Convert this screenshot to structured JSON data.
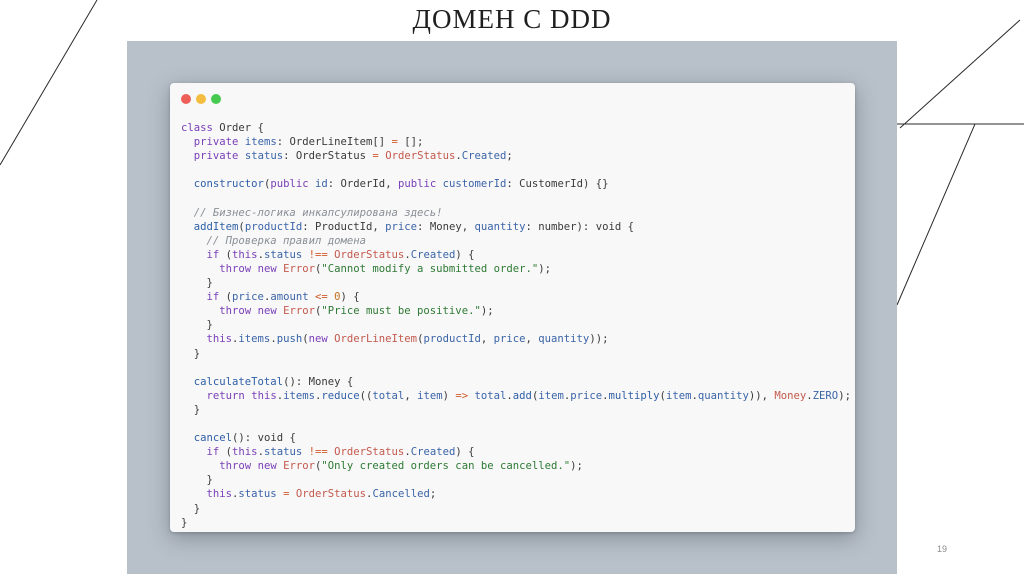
{
  "slide": {
    "title": "ДОМЕН С DDD",
    "page_number": "19"
  },
  "window": {
    "buttons": [
      {
        "name": "close",
        "color": "#ed5f57"
      },
      {
        "name": "minimize",
        "color": "#f5bd3f"
      },
      {
        "name": "zoom",
        "color": "#45c94e"
      }
    ]
  },
  "colors": {
    "keyword": "#7a40b8",
    "property": "#3b64a8",
    "function": "#2f5fa6",
    "class_ref": "#c4594d",
    "string": "#2e7a35",
    "comment": "#8a8f96",
    "operator": "#d05a2a",
    "number": "#c76f1f",
    "backdrop": "#b8c0c9"
  },
  "code_lines": [
    [
      [
        "kw",
        "class"
      ],
      [
        "pl",
        " "
      ],
      [
        "ty",
        "Order"
      ],
      [
        "pl",
        " {"
      ]
    ],
    [
      [
        "pl",
        "  "
      ],
      [
        "kw",
        "private"
      ],
      [
        "pl",
        " "
      ],
      [
        "pr",
        "items"
      ],
      [
        "pl",
        ": "
      ],
      [
        "ty",
        "OrderLineItem"
      ],
      [
        "pl",
        "[] "
      ],
      [
        "op",
        "="
      ],
      [
        "pl",
        " [];"
      ]
    ],
    [
      [
        "pl",
        "  "
      ],
      [
        "kw",
        "private"
      ],
      [
        "pl",
        " "
      ],
      [
        "pr",
        "status"
      ],
      [
        "pl",
        ": "
      ],
      [
        "ty",
        "OrderStatus"
      ],
      [
        "pl",
        " "
      ],
      [
        "op",
        "="
      ],
      [
        "pl",
        " "
      ],
      [
        "cl",
        "OrderStatus"
      ],
      [
        "pl",
        "."
      ],
      [
        "pr",
        "Created"
      ],
      [
        "pl",
        ";"
      ]
    ],
    [],
    [
      [
        "pl",
        "  "
      ],
      [
        "fn",
        "constructor"
      ],
      [
        "pl",
        "("
      ],
      [
        "kw",
        "public"
      ],
      [
        "pl",
        " "
      ],
      [
        "pr",
        "id"
      ],
      [
        "pl",
        ": "
      ],
      [
        "ty",
        "OrderId"
      ],
      [
        "pl",
        ", "
      ],
      [
        "kw",
        "public"
      ],
      [
        "pl",
        " "
      ],
      [
        "pr",
        "customerId"
      ],
      [
        "pl",
        ": "
      ],
      [
        "ty",
        "CustomerId"
      ],
      [
        "pl",
        ") {}"
      ]
    ],
    [],
    [
      [
        "pl",
        "  "
      ],
      [
        "cm",
        "// Бизнес-логика инкапсулирована здесь!"
      ]
    ],
    [
      [
        "pl",
        "  "
      ],
      [
        "fn",
        "addItem"
      ],
      [
        "pl",
        "("
      ],
      [
        "pr",
        "productId"
      ],
      [
        "pl",
        ": "
      ],
      [
        "ty",
        "ProductId"
      ],
      [
        "pl",
        ", "
      ],
      [
        "pr",
        "price"
      ],
      [
        "pl",
        ": "
      ],
      [
        "ty",
        "Money"
      ],
      [
        "pl",
        ", "
      ],
      [
        "pr",
        "quantity"
      ],
      [
        "pl",
        ": "
      ],
      [
        "ty",
        "number"
      ],
      [
        "pl",
        "): "
      ],
      [
        "ty",
        "void"
      ],
      [
        "pl",
        " {"
      ]
    ],
    [
      [
        "pl",
        "    "
      ],
      [
        "cm",
        "// Проверка правил домена"
      ]
    ],
    [
      [
        "pl",
        "    "
      ],
      [
        "kw",
        "if"
      ],
      [
        "pl",
        " ("
      ],
      [
        "kw",
        "this"
      ],
      [
        "pl",
        "."
      ],
      [
        "pr",
        "status"
      ],
      [
        "pl",
        " "
      ],
      [
        "op",
        "!=="
      ],
      [
        "pl",
        " "
      ],
      [
        "cl",
        "OrderStatus"
      ],
      [
        "pl",
        "."
      ],
      [
        "pr",
        "Created"
      ],
      [
        "pl",
        ") {"
      ]
    ],
    [
      [
        "pl",
        "      "
      ],
      [
        "kw",
        "throw"
      ],
      [
        "pl",
        " "
      ],
      [
        "kw",
        "new"
      ],
      [
        "pl",
        " "
      ],
      [
        "cl",
        "Error"
      ],
      [
        "pl",
        "("
      ],
      [
        "st",
        "\"Cannot modify a submitted order.\""
      ],
      [
        "pl",
        ");"
      ]
    ],
    [
      [
        "pl",
        "    }"
      ]
    ],
    [
      [
        "pl",
        "    "
      ],
      [
        "kw",
        "if"
      ],
      [
        "pl",
        " ("
      ],
      [
        "pr",
        "price"
      ],
      [
        "pl",
        "."
      ],
      [
        "pr",
        "amount"
      ],
      [
        "pl",
        " "
      ],
      [
        "op",
        "<="
      ],
      [
        "pl",
        " "
      ],
      [
        "nu",
        "0"
      ],
      [
        "pl",
        ") {"
      ]
    ],
    [
      [
        "pl",
        "      "
      ],
      [
        "kw",
        "throw"
      ],
      [
        "pl",
        " "
      ],
      [
        "kw",
        "new"
      ],
      [
        "pl",
        " "
      ],
      [
        "cl",
        "Error"
      ],
      [
        "pl",
        "("
      ],
      [
        "st",
        "\"Price must be positive.\""
      ],
      [
        "pl",
        ");"
      ]
    ],
    [
      [
        "pl",
        "    }"
      ]
    ],
    [
      [
        "pl",
        "    "
      ],
      [
        "kw",
        "this"
      ],
      [
        "pl",
        "."
      ],
      [
        "pr",
        "items"
      ],
      [
        "pl",
        "."
      ],
      [
        "fn",
        "push"
      ],
      [
        "pl",
        "("
      ],
      [
        "kw",
        "new"
      ],
      [
        "pl",
        " "
      ],
      [
        "cl",
        "OrderLineItem"
      ],
      [
        "pl",
        "("
      ],
      [
        "pr",
        "productId"
      ],
      [
        "pl",
        ", "
      ],
      [
        "pr",
        "price"
      ],
      [
        "pl",
        ", "
      ],
      [
        "pr",
        "quantity"
      ],
      [
        "pl",
        "));"
      ]
    ],
    [
      [
        "pl",
        "  }"
      ]
    ],
    [],
    [
      [
        "pl",
        "  "
      ],
      [
        "fn",
        "calculateTotal"
      ],
      [
        "pl",
        "(): "
      ],
      [
        "ty",
        "Money"
      ],
      [
        "pl",
        " {"
      ]
    ],
    [
      [
        "pl",
        "    "
      ],
      [
        "kw",
        "return"
      ],
      [
        "pl",
        " "
      ],
      [
        "kw",
        "this"
      ],
      [
        "pl",
        "."
      ],
      [
        "pr",
        "items"
      ],
      [
        "pl",
        "."
      ],
      [
        "fn",
        "reduce"
      ],
      [
        "pl",
        "(("
      ],
      [
        "pr",
        "total"
      ],
      [
        "pl",
        ", "
      ],
      [
        "pr",
        "item"
      ],
      [
        "pl",
        ") "
      ],
      [
        "op",
        "=>"
      ],
      [
        "pl",
        " "
      ],
      [
        "pr",
        "total"
      ],
      [
        "pl",
        "."
      ],
      [
        "fn",
        "add"
      ],
      [
        "pl",
        "("
      ],
      [
        "pr",
        "item"
      ],
      [
        "pl",
        "."
      ],
      [
        "pr",
        "price"
      ],
      [
        "pl",
        "."
      ],
      [
        "fn",
        "multiply"
      ],
      [
        "pl",
        "("
      ],
      [
        "pr",
        "item"
      ],
      [
        "pl",
        "."
      ],
      [
        "pr",
        "quantity"
      ],
      [
        "pl",
        ")), "
      ],
      [
        "cl",
        "Money"
      ],
      [
        "pl",
        "."
      ],
      [
        "pr",
        "ZERO"
      ],
      [
        "pl",
        ");"
      ]
    ],
    [
      [
        "pl",
        "  }"
      ]
    ],
    [],
    [
      [
        "pl",
        "  "
      ],
      [
        "fn",
        "cancel"
      ],
      [
        "pl",
        "(): "
      ],
      [
        "ty",
        "void"
      ],
      [
        "pl",
        " {"
      ]
    ],
    [
      [
        "pl",
        "    "
      ],
      [
        "kw",
        "if"
      ],
      [
        "pl",
        " ("
      ],
      [
        "kw",
        "this"
      ],
      [
        "pl",
        "."
      ],
      [
        "pr",
        "status"
      ],
      [
        "pl",
        " "
      ],
      [
        "op",
        "!=="
      ],
      [
        "pl",
        " "
      ],
      [
        "cl",
        "OrderStatus"
      ],
      [
        "pl",
        "."
      ],
      [
        "pr",
        "Created"
      ],
      [
        "pl",
        ") {"
      ]
    ],
    [
      [
        "pl",
        "      "
      ],
      [
        "kw",
        "throw"
      ],
      [
        "pl",
        " "
      ],
      [
        "kw",
        "new"
      ],
      [
        "pl",
        " "
      ],
      [
        "cl",
        "Error"
      ],
      [
        "pl",
        "("
      ],
      [
        "st",
        "\"Only created orders can be cancelled.\""
      ],
      [
        "pl",
        ");"
      ]
    ],
    [
      [
        "pl",
        "    }"
      ]
    ],
    [
      [
        "pl",
        "    "
      ],
      [
        "kw",
        "this"
      ],
      [
        "pl",
        "."
      ],
      [
        "pr",
        "status"
      ],
      [
        "pl",
        " "
      ],
      [
        "op",
        "="
      ],
      [
        "pl",
        " "
      ],
      [
        "cl",
        "OrderStatus"
      ],
      [
        "pl",
        "."
      ],
      [
        "pr",
        "Cancelled"
      ],
      [
        "pl",
        ";"
      ]
    ],
    [
      [
        "pl",
        "  }"
      ]
    ],
    [
      [
        "pl",
        "}"
      ]
    ]
  ]
}
